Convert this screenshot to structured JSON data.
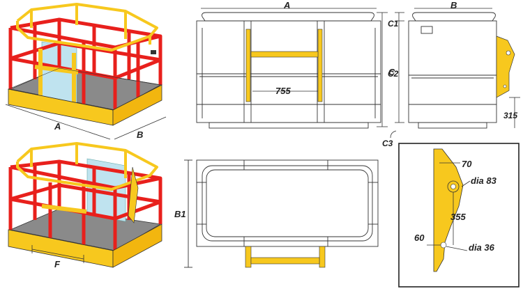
{
  "labels": {
    "A": "A",
    "B": "B",
    "C": "C",
    "C1": "C1",
    "C2": "C2",
    "C3": "C3",
    "B1": "B1",
    "F": "F",
    "dim_755": "755",
    "dim_315": "315",
    "dim_70": "70",
    "dim_dia83": "dia 83",
    "dim_355": "355",
    "dim_60": "60",
    "dim_dia36": "dia 36"
  },
  "colors": {
    "frame_red": "#e8201c",
    "rail_yellow": "#f7c81e",
    "panel_blue": "#bfe3ef",
    "floor_grey": "#8a8a8a",
    "line_dark": "#333333"
  }
}
